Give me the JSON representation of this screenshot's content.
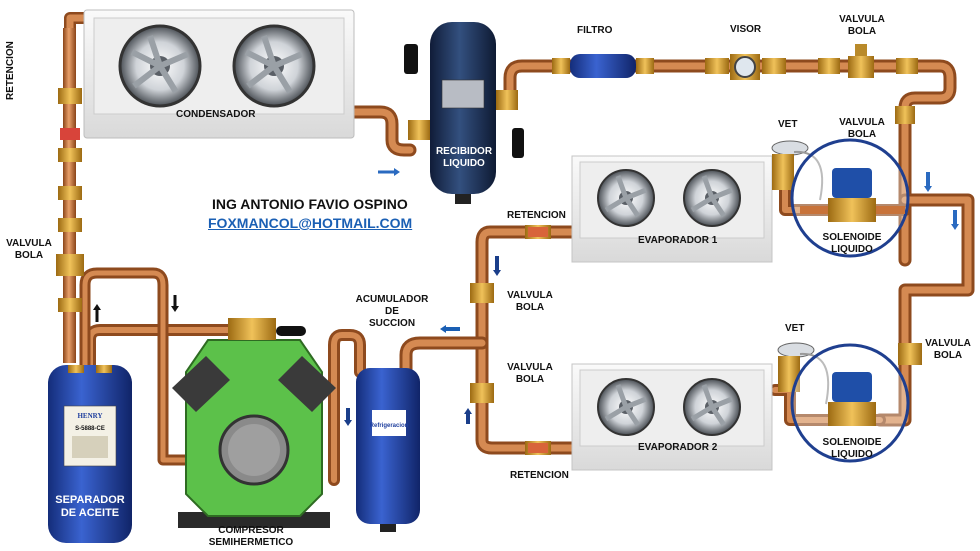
{
  "author": {
    "name": "ING ANTONIO FAVIO OSPINO",
    "email": "FOXMANCOL@HOTMAIL.COM"
  },
  "labels": {
    "condensador": "CONDENSADOR",
    "recibidor": [
      "RECIBIDOR",
      "LIQUIDO"
    ],
    "filtro": "FILTRO",
    "visor": "VISOR",
    "valvula_bola_top": [
      "VALVULA",
      "BOLA"
    ],
    "valvula_bola_right_top": [
      "VALVULA",
      "BOLA"
    ],
    "vet_1": "VET",
    "vet_2": "VET",
    "solenoide_1": [
      "SOLENOIDE",
      "LIQUIDO"
    ],
    "solenoide_2": [
      "SOLENOIDE",
      "LIQUIDO"
    ],
    "evaporador_1": "EVAPORADOR 1",
    "evaporador_2": "EVAPORADOR 2",
    "retencion_left": "RETENCION",
    "retencion_evap1": "RETENCION",
    "retencion_evap2": "RETENCION",
    "valvula_bola_left": [
      "VALVULA",
      "BOLA"
    ],
    "valvula_bola_mid_1": [
      "VALVULA",
      "BOLA"
    ],
    "valvula_bola_mid_2": [
      "VALVULA",
      "BOLA"
    ],
    "valvula_bola_right_bottom": [
      "VALVULA",
      "BOLA"
    ],
    "acumulador": [
      "ACUMULADOR",
      "DE",
      "SUCCION"
    ],
    "compresor": [
      "COMPRESOR",
      "SEMIHERMETICO"
    ],
    "separador": [
      "SEPARADOR",
      "DE ACEITE"
    ],
    "separador_brand": "HENRY",
    "separador_model": "S-5888-CE",
    "acumulador_brand": "Refrigeracion"
  },
  "colors": {
    "copper": "#c8733a",
    "copper_dark": "#8e4a1e",
    "brass": "#d9a23a",
    "tank_blue": "#1f3f9e",
    "receiver_navy": "#1d2f5a",
    "compressor_green": "#5cc14a",
    "solenoid_circle": "#1f3f8f",
    "arrow_blue": "#2a6ac0"
  }
}
